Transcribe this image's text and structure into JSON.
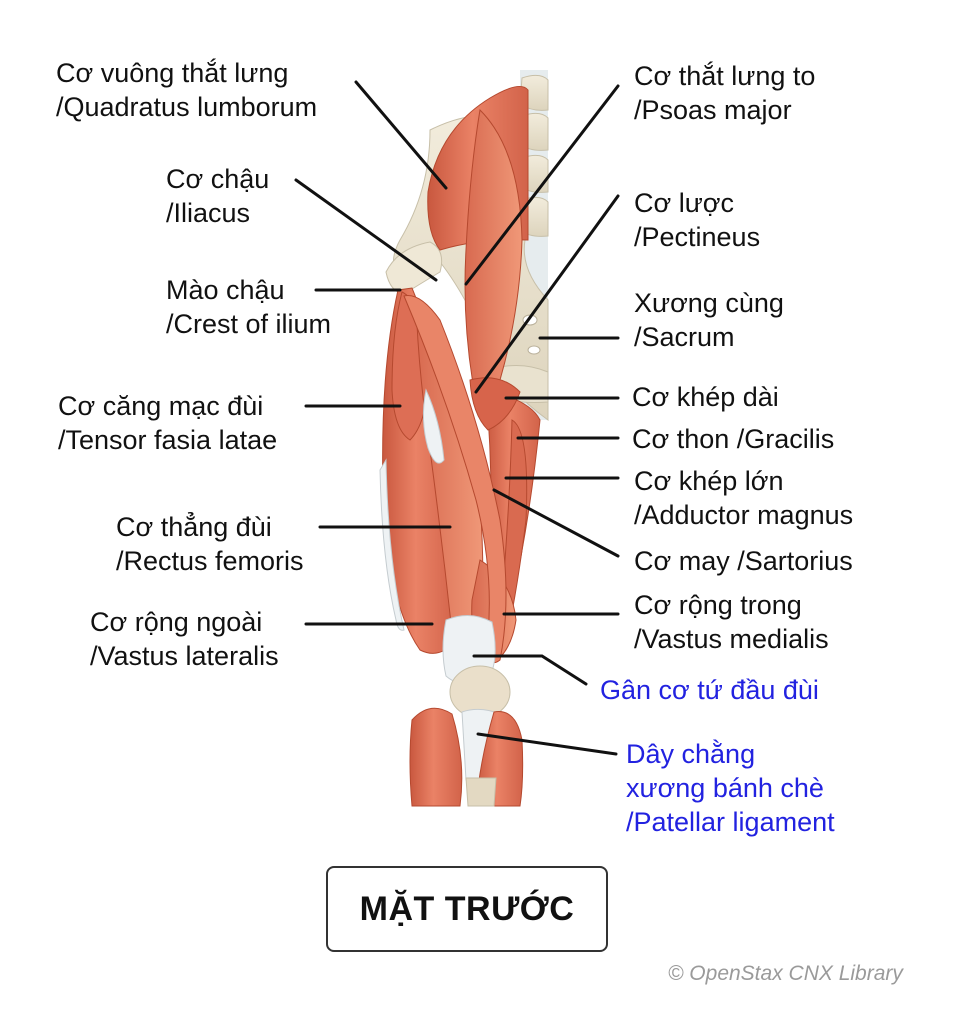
{
  "labels": [
    {
      "key": "quadratus-lumborum",
      "lines": [
        "Cơ vuông thắt lưng",
        "/Quadratus lumborum"
      ]
    },
    {
      "key": "iliacus",
      "lines": [
        "Cơ chậu",
        "/Iliacus"
      ]
    },
    {
      "key": "crest-of-ilium",
      "lines": [
        "Mào chậu",
        "/Crest of ilium"
      ]
    },
    {
      "key": "tensor-fasia-latae",
      "lines": [
        "Cơ căng mạc đùi",
        "/Tensor fasia latae"
      ]
    },
    {
      "key": "rectus-femoris",
      "lines": [
        "Cơ thẳng đùi",
        "/Rectus femoris"
      ]
    },
    {
      "key": "vastus-lateralis",
      "lines": [
        "Cơ rộng ngoài",
        "/Vastus lateralis"
      ]
    },
    {
      "key": "psoas-major",
      "lines": [
        "Cơ thắt lưng to",
        "/Psoas major"
      ]
    },
    {
      "key": "pectineus",
      "lines": [
        "Cơ lược",
        "/Pectineus"
      ]
    },
    {
      "key": "sacrum",
      "lines": [
        "Xương cùng",
        "/Sacrum"
      ]
    },
    {
      "key": "adductor-longus",
      "lines": [
        "Cơ khép dài"
      ]
    },
    {
      "key": "gracilis",
      "lines": [
        "Cơ thon /Gracilis"
      ]
    },
    {
      "key": "adductor-magnus",
      "lines": [
        "Cơ khép lớn",
        "/Adductor magnus"
      ]
    },
    {
      "key": "sartorius",
      "lines": [
        "Cơ may /Sartorius"
      ]
    },
    {
      "key": "vastus-medialis",
      "lines": [
        "Cơ rộng trong",
        "/Vastus medialis"
      ]
    },
    {
      "key": "quadriceps-tendon",
      "lines": [
        "Gân cơ tứ đầu đùi"
      ]
    },
    {
      "key": "patellar-ligament",
      "lines": [
        "Dây chằng",
        "xương bánh chè",
        "/Patellar ligament"
      ]
    }
  ],
  "view_title": "MẶT TRƯỚC",
  "credit": "© OpenStax CNX Library",
  "colors": {
    "text": "#111111",
    "highlight": "#2222e0",
    "muscle": "#e2735a",
    "muscle_dark": "#c25440",
    "bone": "#ece6d4",
    "tendon": "#eef2f4",
    "credit": "#9a9a9a"
  }
}
